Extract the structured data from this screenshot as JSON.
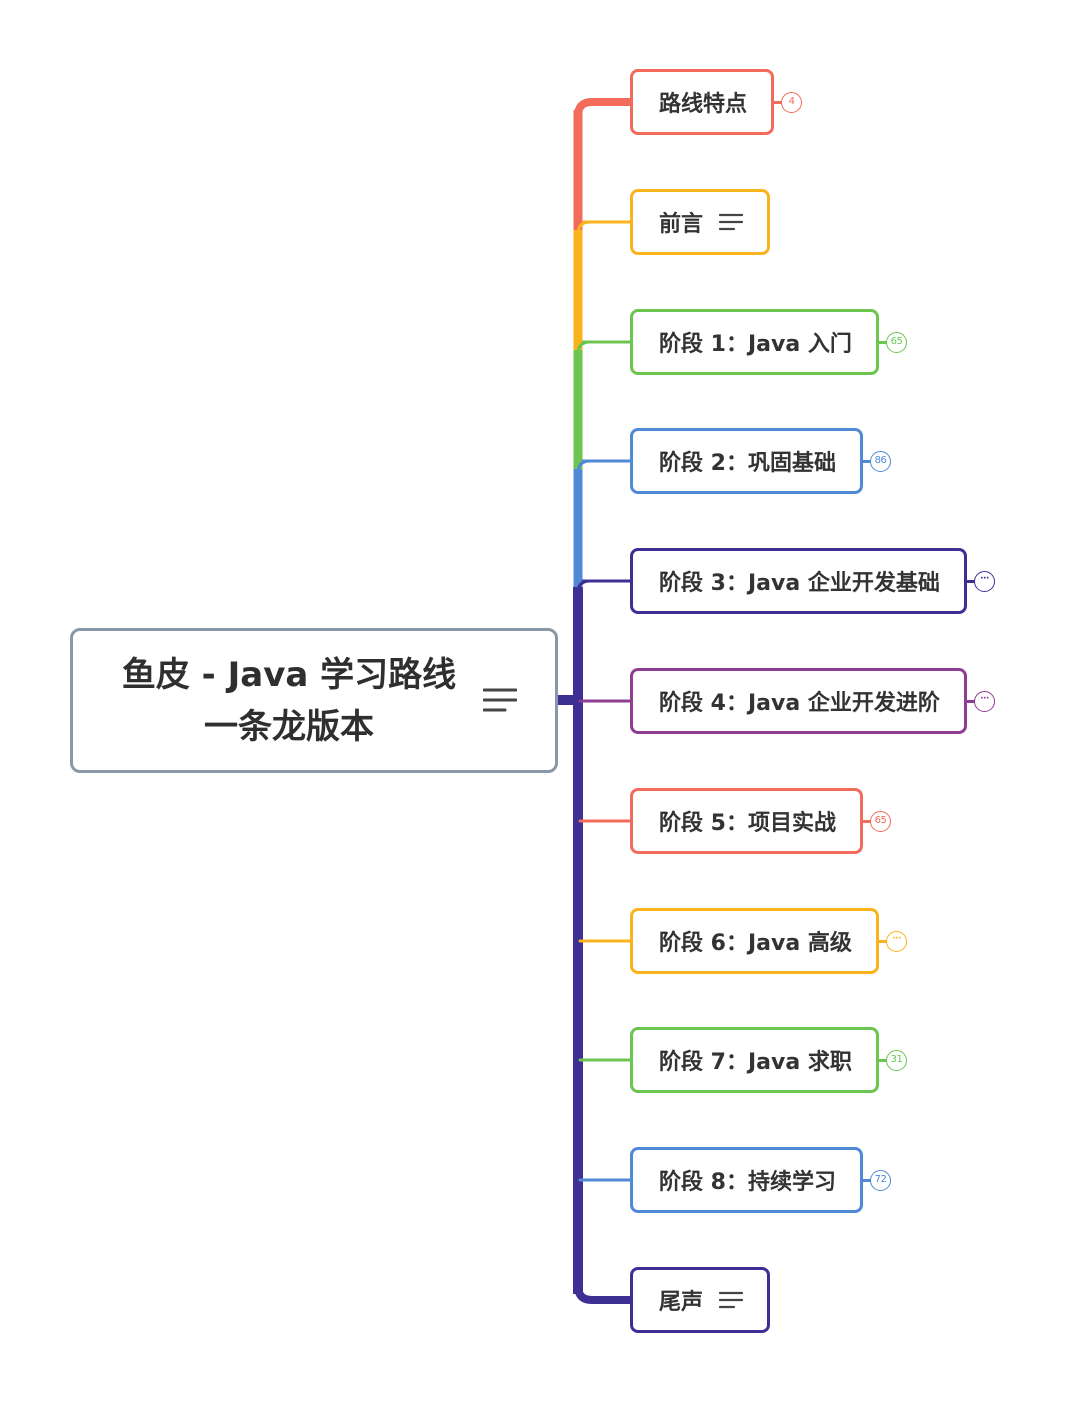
{
  "root": {
    "title_line1": "鱼皮 - Java 学习路线",
    "title_line2": "一条龙版本",
    "has_note_icon": true,
    "border_color": "#8a97a6"
  },
  "branches": [
    {
      "label": "路线特点",
      "color": "#f26b5b",
      "badge": "4",
      "note_icon": false
    },
    {
      "label": "前言",
      "color": "#fbb31d",
      "badge": "",
      "note_icon": true
    },
    {
      "label": "阶段 1：Java 入门",
      "color": "#6cc54f",
      "badge": "65",
      "note_icon": false
    },
    {
      "label": "阶段 2：巩固基础",
      "color": "#5089d6",
      "badge": "86",
      "note_icon": false
    },
    {
      "label": "阶段 3：Java 企业开发基础",
      "color": "#3d2f94",
      "badge": "···",
      "note_icon": false
    },
    {
      "label": "阶段 4：Java 企业开发进阶",
      "color": "#8f3d93",
      "badge": "···",
      "note_icon": false
    },
    {
      "label": "阶段 5：项目实战",
      "color": "#f26b5b",
      "badge": "65",
      "note_icon": false
    },
    {
      "label": "阶段 6：Java 高级",
      "color": "#fbb31d",
      "badge": "···",
      "note_icon": false
    },
    {
      "label": "阶段 7：Java 求职",
      "color": "#6cc54f",
      "badge": "31",
      "note_icon": false
    },
    {
      "label": "阶段 8：持续学习",
      "color": "#5089d6",
      "badge": "72",
      "note_icon": false
    },
    {
      "label": "尾声",
      "color": "#3d2f94",
      "badge": "",
      "note_icon": true
    }
  ],
  "icons": {
    "note": "notes-lines-icon",
    "collapsed_count": "collapsed-children-count-icon"
  },
  "trunk_color": "#3d2f94"
}
